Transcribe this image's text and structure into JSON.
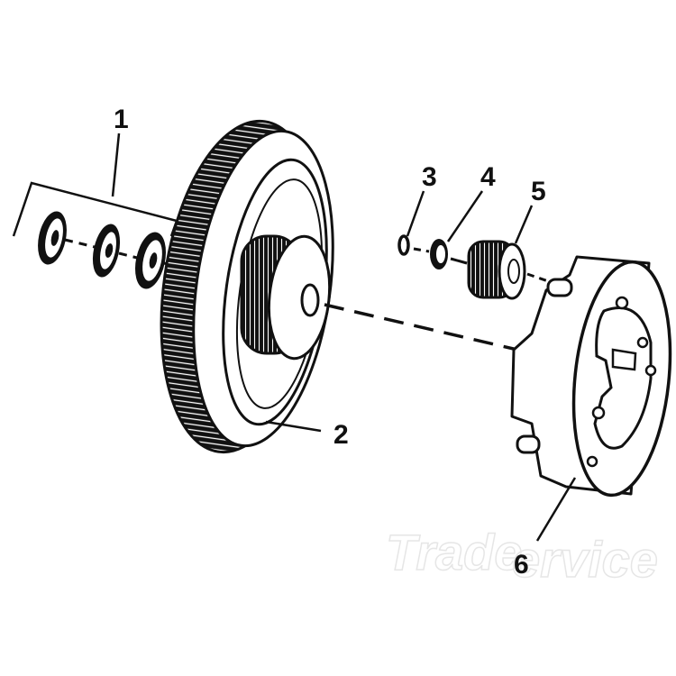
{
  "callouts": {
    "c1": "1",
    "c2": "2",
    "c3": "3",
    "c4": "4",
    "c5": "5",
    "c6": "6"
  },
  "watermark": {
    "left": "Trade",
    "right": "ervice"
  }
}
